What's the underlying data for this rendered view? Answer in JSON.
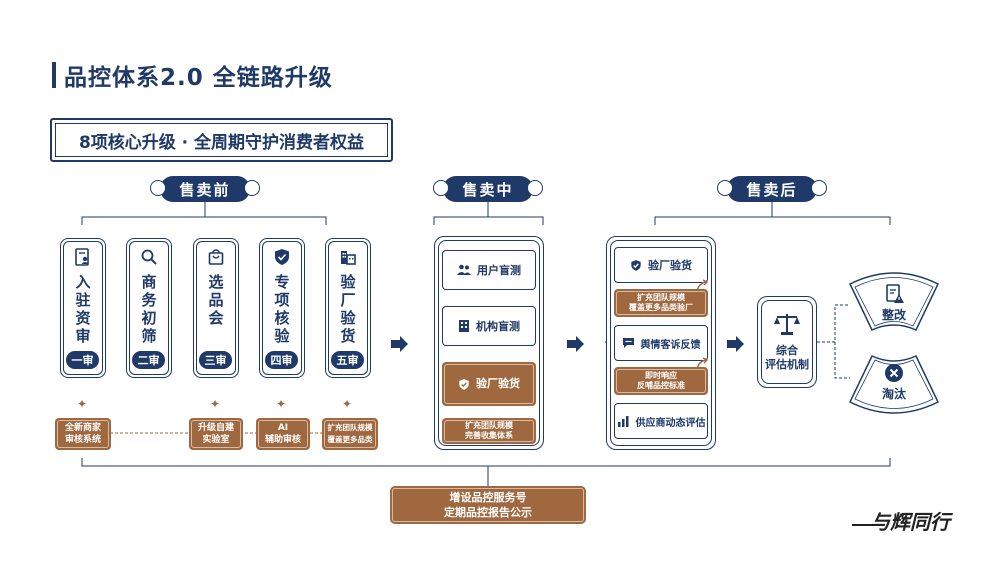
{
  "title": "品控体系2.0 全链路升级",
  "subtitle": "8项核心升级 · 全周期守护消费者权益",
  "phases": {
    "pre": "售卖前",
    "mid": "售卖中",
    "post": "售卖后"
  },
  "pre_cards": [
    {
      "chars": [
        "入",
        "驻",
        "资",
        "审"
      ],
      "badge": "一审",
      "icon": "document-user-icon"
    },
    {
      "chars": [
        "商",
        "务",
        "初",
        "筛"
      ],
      "badge": "二审",
      "icon": "search-icon"
    },
    {
      "chars": [
        "选",
        "品",
        "会"
      ],
      "badge": "三审",
      "icon": "shopping-bag-icon"
    },
    {
      "chars": [
        "专",
        "项",
        "核",
        "验"
      ],
      "badge": "四审",
      "icon": "shield-check-icon"
    },
    {
      "chars": [
        "验",
        "厂",
        "验",
        "货"
      ],
      "badge": "五审",
      "icon": "factory-icon"
    }
  ],
  "pre_upgrades": [
    [
      "全新商家",
      "审核系统"
    ],
    [
      "升级自建",
      "实验室"
    ],
    [
      "AI",
      "辅助审核"
    ],
    [
      "扩充团队规模",
      "覆盖更多品类"
    ]
  ],
  "mid_items": {
    "user_test": "用户盲测",
    "inst_test": "机构盲测",
    "factory": "验厂验货",
    "factory_note": [
      "扩充团队规模",
      "完善收集体系"
    ]
  },
  "post_items": {
    "factory": "验厂验货",
    "factory_note": [
      "扩充团队规模",
      "覆盖更多品类验厂"
    ],
    "complaints": "舆情客诉反馈",
    "complaints_note": [
      "即时响应",
      "反哺品控标准"
    ],
    "supplier": "供应商动态评估"
  },
  "eval": [
    "综合",
    "评估机制"
  ],
  "outcomes": {
    "rectify": "整改",
    "eliminate": "淘汰"
  },
  "bottom": [
    "增设品控服务号",
    "定期品控报告公示"
  ],
  "logo": "与辉同行",
  "colors": {
    "navy": "#1f3a68",
    "brown": "#a0683f"
  }
}
